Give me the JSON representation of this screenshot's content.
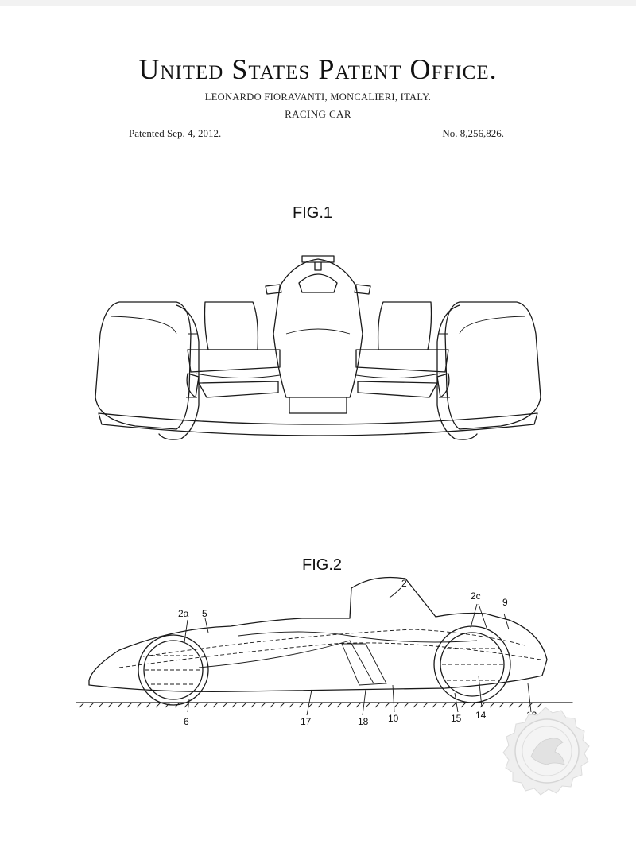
{
  "header": {
    "office_title": "United States Patent Office.",
    "inventor_line": "LEONARDO FIORAVANTI, MONCALIERI, ITALY.",
    "invention_title": "RACING CAR",
    "patented_date": "Patented Sep. 4, 2012.",
    "patent_number": "No. 8,256,826."
  },
  "figures": {
    "fig1": {
      "label": "FIG.1"
    },
    "fig2": {
      "label": "FIG.2",
      "refs": {
        "r2": "2",
        "r2a": "2a",
        "r2c": "2c",
        "r5": "5",
        "r9": "9",
        "r6": "6",
        "r17": "17",
        "r18": "18",
        "r10": "10",
        "r15": "15",
        "r14": "14",
        "r13": "13"
      }
    }
  },
  "seal": {
    "icon": "eagle-seal-icon",
    "color": "#e4e4e4"
  }
}
